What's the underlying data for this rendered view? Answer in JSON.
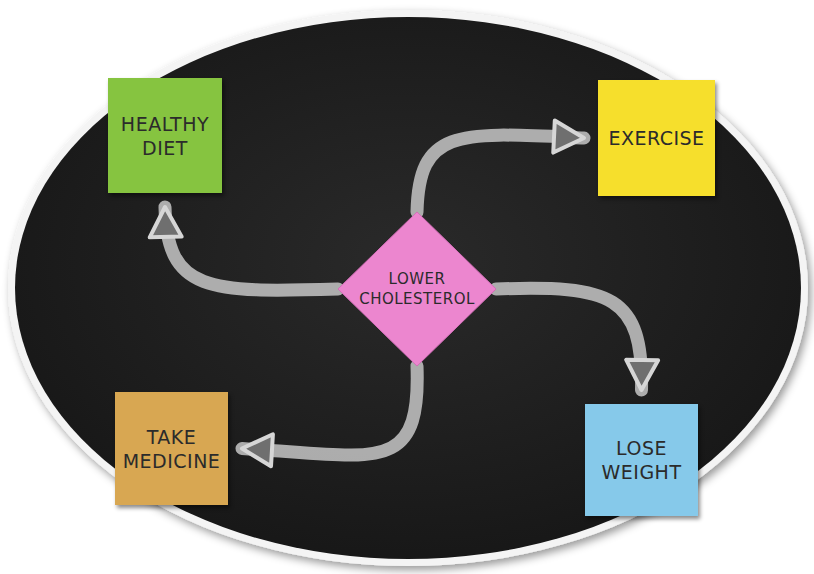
{
  "diagram": {
    "nodes": [
      {
        "text": [
          "HEALTHY DIET"
        ]
      },
      {
        "text": [
          "EXERCISE"
        ]
      },
      {
        "text": [
          "LOWER CHOLESTEROL"
        ]
      },
      {
        "text": [
          "TAKE MEDICINE"
        ]
      },
      {
        "text": [
          "LOSE WEIGHT"
        ]
      }
    ],
    "edges": [
      {
        "from": 2,
        "to": 0,
        "arrow": "to"
      },
      {
        "from": 2,
        "to": 1,
        "arrow": "to"
      },
      {
        "from": 2,
        "to": 4,
        "arrow": "to"
      },
      {
        "from": 2,
        "to": 3,
        "arrow": "to"
      }
    ]
  }
}
